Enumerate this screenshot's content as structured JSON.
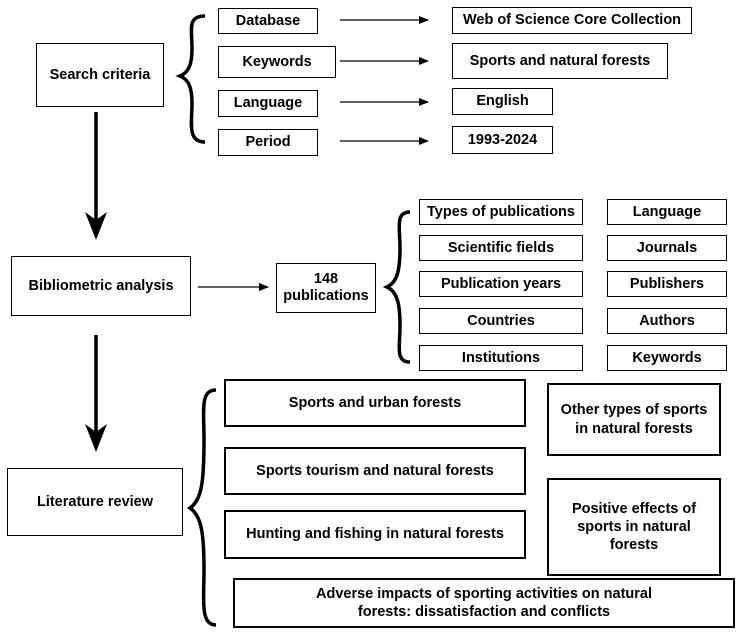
{
  "search": {
    "label": "Search criteria",
    "criteria": [
      {
        "name": "Database",
        "value": "Web of Science Core Collection"
      },
      {
        "name": "Keywords",
        "value": "Sports and natural forests"
      },
      {
        "name": "Language",
        "value": "English"
      },
      {
        "name": "Period",
        "value": "1993-2024"
      }
    ]
  },
  "bibliometric": {
    "label": "Bibliometric analysis",
    "publications": "148\npublications",
    "dimensions_left": [
      "Types of publications",
      "Scientific fields",
      "Publication years",
      "Countries",
      "Institutions"
    ],
    "dimensions_right": [
      "Language",
      "Journals",
      "Publishers",
      "Authors",
      "Keywords"
    ]
  },
  "review": {
    "label": "Literature review",
    "topics": [
      "Sports and urban forests",
      "Sports tourism and natural forests",
      "Hunting and fishing in natural forests",
      "Other types of sports in natural forests",
      "Positive effects of sports in natural forests",
      "Adverse impacts of sporting activities on natural forests: dissatisfaction and conflicts"
    ]
  }
}
